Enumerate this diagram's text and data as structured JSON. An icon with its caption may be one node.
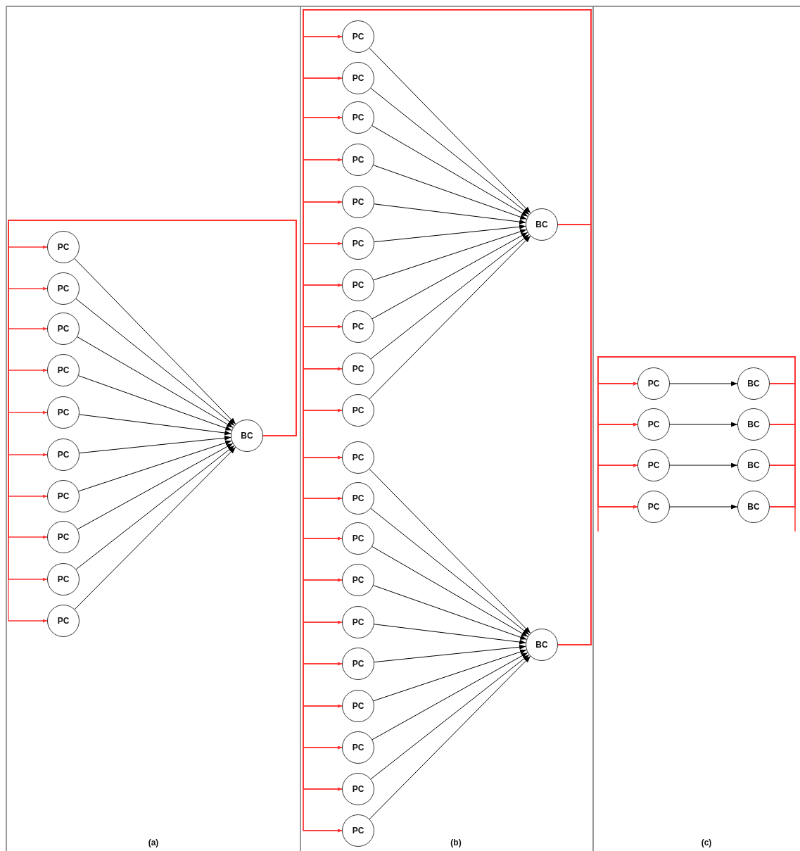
{
  "diagram": {
    "nodes": [
      {
        "text": [
          "PC"
        ]
      },
      {
        "text": [
          "PC"
        ]
      },
      {
        "text": [
          "PC"
        ]
      },
      {
        "text": [
          "PC"
        ]
      },
      {
        "text": [
          "PC"
        ]
      },
      {
        "text": [
          "PC"
        ]
      },
      {
        "text": [
          "PC"
        ]
      },
      {
        "text": [
          "PC"
        ]
      },
      {
        "text": [
          "PC"
        ]
      },
      {
        "text": [
          "PC"
        ]
      },
      {
        "text": [
          "BC"
        ]
      },
      {
        "text": [
          "PC"
        ]
      },
      {
        "text": [
          "PC"
        ]
      },
      {
        "text": [
          "PC"
        ]
      },
      {
        "text": [
          "PC"
        ]
      },
      {
        "text": [
          "PC"
        ]
      },
      {
        "text": [
          "PC"
        ]
      },
      {
        "text": [
          "PC"
        ]
      },
      {
        "text": [
          "PC"
        ]
      },
      {
        "text": [
          "PC"
        ]
      },
      {
        "text": [
          "PC"
        ]
      },
      {
        "text": [
          "BC"
        ]
      },
      {
        "text": [
          "PC"
        ]
      },
      {
        "text": [
          "PC"
        ]
      },
      {
        "text": [
          "PC"
        ]
      },
      {
        "text": [
          "PC"
        ]
      },
      {
        "text": [
          "PC"
        ]
      },
      {
        "text": [
          "PC"
        ]
      },
      {
        "text": [
          "PC"
        ]
      },
      {
        "text": [
          "PC"
        ]
      },
      {
        "text": [
          "PC"
        ]
      },
      {
        "text": [
          "PC"
        ]
      },
      {
        "text": [
          "BC"
        ]
      },
      {
        "text": [
          "PC"
        ]
      },
      {
        "text": [
          "BC"
        ]
      },
      {
        "text": [
          "PC"
        ]
      },
      {
        "text": [
          "BC"
        ]
      },
      {
        "text": [
          "PC"
        ]
      },
      {
        "text": [
          "BC"
        ]
      },
      {
        "text": [
          "PC"
        ]
      },
      {
        "text": [
          "BC"
        ]
      }
    ],
    "edges": [
      {
        "from": 0,
        "to": 10,
        "arrow": "to",
        "color": "#000000"
      },
      {
        "from": 1,
        "to": 10,
        "arrow": "to",
        "color": "#000000"
      },
      {
        "from": 2,
        "to": 10,
        "arrow": "to",
        "color": "#000000"
      },
      {
        "from": 3,
        "to": 10,
        "arrow": "to",
        "color": "#000000"
      },
      {
        "from": 4,
        "to": 10,
        "arrow": "to",
        "color": "#000000"
      },
      {
        "from": 5,
        "to": 10,
        "arrow": "to",
        "color": "#000000"
      },
      {
        "from": 6,
        "to": 10,
        "arrow": "to",
        "color": "#000000"
      },
      {
        "from": 7,
        "to": 10,
        "arrow": "to",
        "color": "#000000"
      },
      {
        "from": 8,
        "to": 10,
        "arrow": "to",
        "color": "#000000"
      },
      {
        "from": 9,
        "to": 10,
        "arrow": "to",
        "color": "#000000"
      },
      {
        "from": 10,
        "to": 0,
        "arrow": "to"
      },
      {
        "from": 10,
        "to": 1,
        "arrow": "to"
      },
      {
        "from": 10,
        "to": 2,
        "arrow": "to"
      },
      {
        "from": 10,
        "to": 3,
        "arrow": "to"
      },
      {
        "from": 10,
        "to": 4,
        "arrow": "to"
      },
      {
        "from": 10,
        "to": 5,
        "arrow": "to"
      },
      {
        "from": 10,
        "to": 6,
        "arrow": "to"
      },
      {
        "from": 10,
        "to": 7,
        "arrow": "to"
      },
      {
        "from": 10,
        "to": 8,
        "arrow": "to"
      },
      {
        "from": 10,
        "to": 9,
        "arrow": "to"
      },
      {
        "from": 11,
        "to": 21,
        "arrow": "to",
        "color": "#000000"
      },
      {
        "from": 12,
        "to": 21,
        "arrow": "to",
        "color": "#000000"
      },
      {
        "from": 13,
        "to": 21,
        "arrow": "to",
        "color": "#000000"
      },
      {
        "from": 14,
        "to": 21,
        "arrow": "to",
        "color": "#000000"
      },
      {
        "from": 15,
        "to": 21,
        "arrow": "to",
        "color": "#000000"
      },
      {
        "from": 16,
        "to": 21,
        "arrow": "to",
        "color": "#000000"
      },
      {
        "from": 17,
        "to": 21,
        "arrow": "to",
        "color": "#000000"
      },
      {
        "from": 18,
        "to": 21,
        "arrow": "to",
        "color": "#000000"
      },
      {
        "from": 19,
        "to": 21,
        "arrow": "to",
        "color": "#000000"
      },
      {
        "from": 20,
        "to": 21,
        "arrow": "to",
        "color": "#000000"
      },
      {
        "from": 22,
        "to": 32,
        "arrow": "to",
        "color": "#000000"
      },
      {
        "from": 23,
        "to": 32,
        "arrow": "to",
        "color": "#000000"
      },
      {
        "from": 24,
        "to": 32,
        "arrow": "to",
        "color": "#000000"
      },
      {
        "from": 25,
        "to": 32,
        "arrow": "to",
        "color": "#000000"
      },
      {
        "from": 26,
        "to": 32,
        "arrow": "to",
        "color": "#000000"
      },
      {
        "from": 27,
        "to": 32,
        "arrow": "to",
        "color": "#000000"
      },
      {
        "from": 28,
        "to": 32,
        "arrow": "to",
        "color": "#000000"
      },
      {
        "from": 29,
        "to": 32,
        "arrow": "to",
        "color": "#000000"
      },
      {
        "from": 30,
        "to": 32,
        "arrow": "to",
        "color": "#000000"
      },
      {
        "from": 31,
        "to": 32,
        "arrow": "to",
        "color": "#000000"
      },
      {
        "from": 21,
        "to": 11,
        "arrow": "to"
      },
      {
        "from": 21,
        "to": 12,
        "arrow": "to"
      },
      {
        "from": 21,
        "to": 13,
        "arrow": "to"
      },
      {
        "from": 21,
        "to": 14,
        "arrow": "to"
      },
      {
        "from": 21,
        "to": 15,
        "arrow": "to"
      },
      {
        "from": 21,
        "to": 16,
        "arrow": "to"
      },
      {
        "from": 21,
        "to": 17,
        "arrow": "to"
      },
      {
        "from": 21,
        "to": 18,
        "arrow": "to"
      },
      {
        "from": 21,
        "to": 19,
        "arrow": "to"
      },
      {
        "from": 21,
        "to": 20,
        "arrow": "to"
      },
      {
        "from": 21,
        "to": 22,
        "arrow": "to"
      },
      {
        "from": 21,
        "to": 23,
        "arrow": "to"
      },
      {
        "from": 21,
        "to": 24,
        "arrow": "to"
      },
      {
        "from": 21,
        "to": 25,
        "arrow": "to"
      },
      {
        "from": 21,
        "to": 26,
        "arrow": "to"
      },
      {
        "from": 21,
        "to": 27,
        "arrow": "to"
      },
      {
        "from": 21,
        "to": 28,
        "arrow": "to"
      },
      {
        "from": 21,
        "to": 29,
        "arrow": "to"
      },
      {
        "from": 21,
        "to": 30,
        "arrow": "to"
      },
      {
        "from": 21,
        "to": 31,
        "arrow": "to"
      },
      {
        "from": 32,
        "to": 11,
        "arrow": "to"
      },
      {
        "from": 32,
        "to": 12,
        "arrow": "to"
      },
      {
        "from": 32,
        "to": 13,
        "arrow": "to"
      },
      {
        "from": 32,
        "to": 14,
        "arrow": "to"
      },
      {
        "from": 32,
        "to": 15,
        "arrow": "to"
      },
      {
        "from": 32,
        "to": 16,
        "arrow": "to"
      },
      {
        "from": 32,
        "to": 17,
        "arrow": "to"
      },
      {
        "from": 32,
        "to": 18,
        "arrow": "to"
      },
      {
        "from": 32,
        "to": 19,
        "arrow": "to"
      },
      {
        "from": 32,
        "to": 20,
        "arrow": "to"
      },
      {
        "from": 32,
        "to": 22,
        "arrow": "to"
      },
      {
        "from": 32,
        "to": 23,
        "arrow": "to"
      },
      {
        "from": 32,
        "to": 24,
        "arrow": "to"
      },
      {
        "from": 32,
        "to": 25,
        "arrow": "to"
      },
      {
        "from": 32,
        "to": 26,
        "arrow": "to"
      },
      {
        "from": 32,
        "to": 27,
        "arrow": "to"
      },
      {
        "from": 32,
        "to": 28,
        "arrow": "to"
      },
      {
        "from": 32,
        "to": 29,
        "arrow": "to"
      },
      {
        "from": 32,
        "to": 30,
        "arrow": "to"
      },
      {
        "from": 32,
        "to": 31,
        "arrow": "to"
      },
      {
        "from": 33,
        "to": 34,
        "arrow": "to",
        "color": "#000000"
      },
      {
        "from": 35,
        "to": 36,
        "arrow": "to",
        "color": "#000000"
      },
      {
        "from": 37,
        "to": 38,
        "arrow": "to",
        "color": "#000000"
      },
      {
        "from": 39,
        "to": 40,
        "arrow": "to",
        "color": "#000000"
      },
      {
        "from": 34,
        "to": 33,
        "arrow": "to"
      },
      {
        "from": 34,
        "to": 35,
        "arrow": "to"
      },
      {
        "from": 34,
        "to": 37,
        "arrow": "to"
      },
      {
        "from": 34,
        "to": 39,
        "arrow": "to"
      },
      {
        "from": 36,
        "to": 33,
        "arrow": "to"
      },
      {
        "from": 36,
        "to": 35,
        "arrow": "to"
      },
      {
        "from": 36,
        "to": 37,
        "arrow": "to"
      },
      {
        "from": 36,
        "to": 39,
        "arrow": "to"
      },
      {
        "from": 38,
        "to": 33,
        "arrow": "to"
      },
      {
        "from": 38,
        "to": 35,
        "arrow": "to"
      },
      {
        "from": 38,
        "to": 37,
        "arrow": "to"
      },
      {
        "from": 38,
        "to": 39,
        "arrow": "to"
      },
      {
        "from": 40,
        "to": 33,
        "arrow": "to"
      },
      {
        "from": 40,
        "to": 35,
        "arrow": "to"
      },
      {
        "from": 40,
        "to": 37,
        "arrow": "to"
      },
      {
        "from": 40,
        "to": 39,
        "arrow": "to"
      }
    ],
    "labels": [
      "(a)",
      "(b)",
      "(c)"
    ]
  }
}
